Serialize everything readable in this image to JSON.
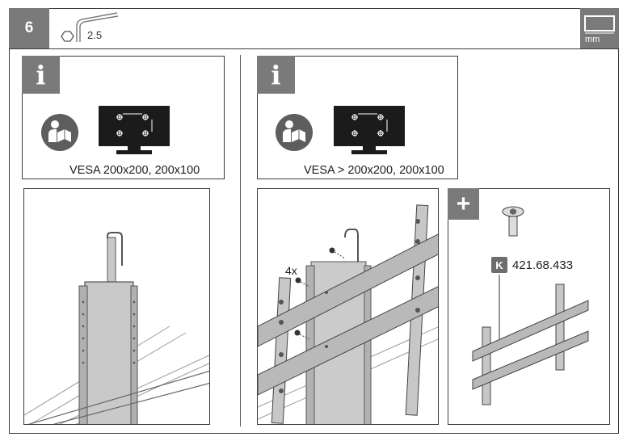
{
  "step": {
    "number": "6",
    "tool_size": "2.5",
    "unit_badge": "mm"
  },
  "info_panels": [
    {
      "icon": "info-icon",
      "letter": "i",
      "vesa_text": "VESA 200x200, 200x100"
    },
    {
      "icon": "info-icon",
      "letter": "i",
      "vesa_text": "VESA > 200x200, 200x100"
    }
  ],
  "assembly": {
    "screw_count": "4x"
  },
  "accessory": {
    "plus_symbol": "+",
    "part_key": "K",
    "part_number": "421.68.433"
  }
}
